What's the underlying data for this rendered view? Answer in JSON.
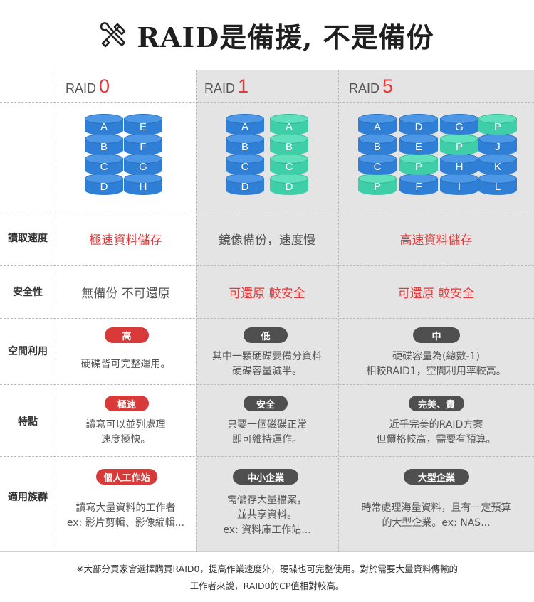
{
  "title": "RAID是備援, 不是備份",
  "columns": [
    {
      "prefix": "RAID",
      "num": "0"
    },
    {
      "prefix": "RAID",
      "num": "1"
    },
    {
      "prefix": "RAID",
      "num": "5"
    }
  ],
  "disks": {
    "raid0": [
      [
        "A",
        "B",
        "C",
        "D"
      ],
      [
        "E",
        "F",
        "G",
        "H"
      ]
    ],
    "raid1": [
      [
        "A",
        "B",
        "C",
        "D"
      ],
      [
        "A",
        "B",
        "C",
        "D"
      ]
    ],
    "raid5": [
      [
        "A",
        "B",
        "C",
        "P"
      ],
      [
        "D",
        "E",
        "P",
        "F"
      ],
      [
        "G",
        "P",
        "H",
        "I"
      ],
      [
        "P",
        "J",
        "K",
        "L"
      ]
    ]
  },
  "rows": {
    "read_speed": {
      "label": "讀取速度",
      "raid0": "極速資料儲存",
      "raid1": "鏡像備份，速度慢",
      "raid5": "高速資料儲存"
    },
    "safety": {
      "label": "安全性",
      "raid0": "無備份 不可還原",
      "raid1": "可還原 較安全",
      "raid5": "可還原 較安全"
    },
    "space": {
      "label": "空間利用",
      "raid0_pill": "高",
      "raid1_pill": "低",
      "raid5_pill": "中",
      "raid0_l1": "硬碟皆可完整運用。",
      "raid1_l1": "其中一顆硬碟要備分資料",
      "raid1_l2": "硬碟容量減半。",
      "raid5_l1": "硬碟容量為(總數-1)",
      "raid5_l2": "相較RAID1，空間利用率較高。"
    },
    "feature": {
      "label": "特點",
      "raid0_pill": "極速",
      "raid1_pill": "安全",
      "raid5_pill": "完美、貴",
      "raid0_l1": "讀寫可以並列處理",
      "raid0_l2": "速度極快。",
      "raid1_l1": "只要一個磁碟正常",
      "raid1_l2": "即可維持運作。",
      "raid5_l1": "近乎完美的RAID方案",
      "raid5_l2": "但價格較高，需要有預算。"
    },
    "audience": {
      "label": "適用族群",
      "raid0_pill": "個人工作站",
      "raid1_pill": "中小企業",
      "raid5_pill": "大型企業",
      "raid0_l1": "讀寫大量資料的工作者",
      "raid0_l2": "ex: 影片剪輯、影像編輯...",
      "raid1_l1": "需儲存大量檔案，",
      "raid1_l2": "並共享資料。",
      "raid1_l3": "ex: 資料庫工作站...",
      "raid5_l1": "時常處理海量資料，且有一定預算",
      "raid5_l2": "的大型企業。ex: NAS..."
    }
  },
  "footnote": {
    "line1": "※大部分買家會選擇購買RAID0，提高作業速度外，硬碟也可完整使用。對於需要大量資料傳輸的",
    "line2": "工作者來說，RAID0的CP值相對較高。"
  },
  "colors": {
    "accent_red": "#e23a3a",
    "disk_blue": "#2f7fd6",
    "disk_teal": "#3fcfa8",
    "column_grey": "#e4e4e4"
  },
  "icons": {
    "title": "tools-icon"
  }
}
